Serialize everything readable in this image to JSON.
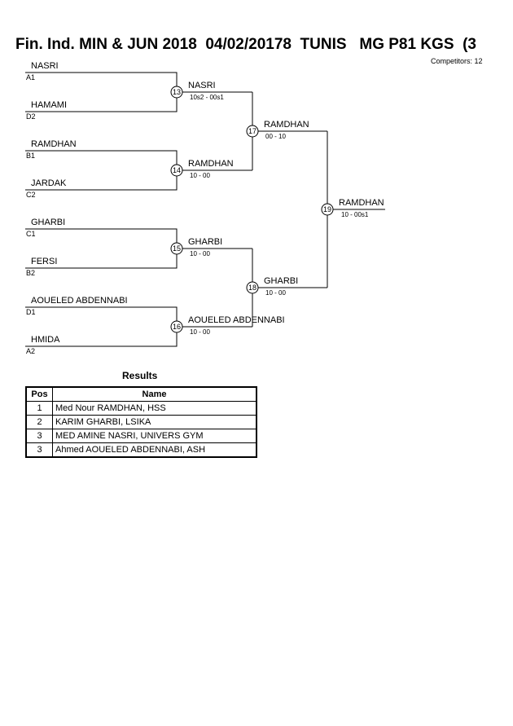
{
  "header": {
    "title": "Fin. Ind. MIN & JUN 2018  04/02/20178  TUNIS   MG P81 KGS  (3",
    "competitors": "Competitors: 12"
  },
  "round1": [
    {
      "top_name": "NASRI",
      "top_seed": "A1",
      "bottom_name": "HAMAMI",
      "bottom_seed": "D2",
      "match": "13",
      "winner": "NASRI",
      "score": "10s2 - 00s1"
    },
    {
      "top_name": "RAMDHAN",
      "top_seed": "B1",
      "bottom_name": "JARDAK",
      "bottom_seed": "C2",
      "match": "14",
      "winner": "RAMDHAN",
      "score": "10 - 00"
    },
    {
      "top_name": "GHARBI",
      "top_seed": "C1",
      "bottom_name": "FERSI",
      "bottom_seed": "B2",
      "match": "15",
      "winner": "GHARBI",
      "score": "10 - 00"
    },
    {
      "top_name": "AOUELED ABDENNABI",
      "top_seed": "D1",
      "bottom_name": "HMIDA",
      "bottom_seed": "A2",
      "match": "16",
      "winner": "AOUELED ABDENNABI",
      "score": "10 - 00"
    }
  ],
  "semis": [
    {
      "match": "17",
      "winner": "RAMDHAN",
      "score": "00 - 10"
    },
    {
      "match": "18",
      "winner": "GHARBI",
      "score": "10 - 00"
    }
  ],
  "final": {
    "match": "19",
    "winner": "RAMDHAN",
    "score": "10 - 00s1"
  },
  "results": {
    "title": "Results",
    "headers": {
      "pos": "Pos",
      "name": "Name"
    },
    "rows": [
      {
        "pos": "1",
        "name": "Med Nour RAMDHAN, HSS"
      },
      {
        "pos": "2",
        "name": "KARIM GHARBI, LSIKA"
      },
      {
        "pos": "3",
        "name": "MED AMINE NASRI, UNIVERS GYM"
      },
      {
        "pos": "3",
        "name": "Ahmed AOUELED ABDENNABI, ASH"
      }
    ]
  }
}
